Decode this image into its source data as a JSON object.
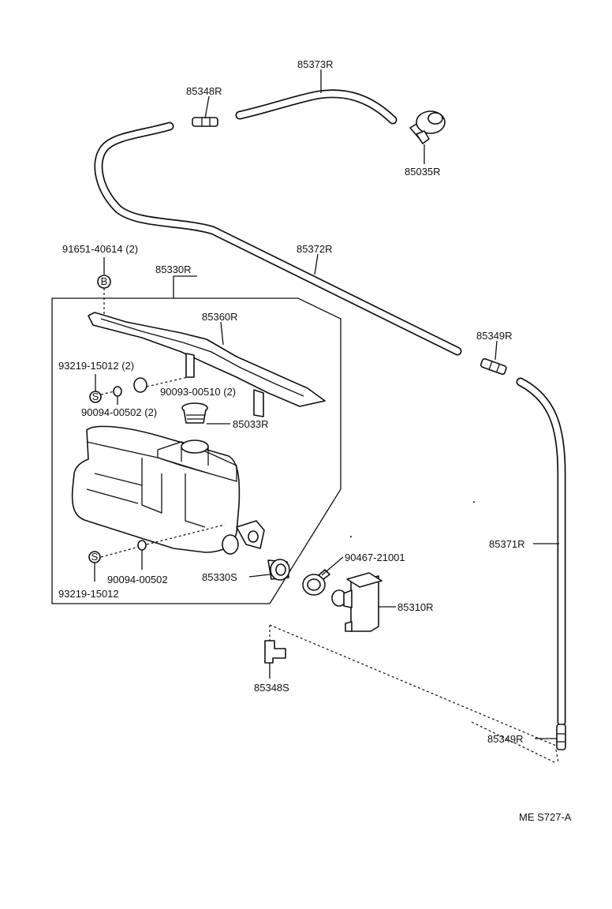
{
  "diagram": {
    "code": "ME S727-A",
    "labels": {
      "p85373R": "85373R",
      "p85348R": "85348R",
      "p85035R": "85035R",
      "p91651": "91651-40614 (2)",
      "p85372R": "85372R",
      "p85330R": "85330R",
      "p85360R": "85360R",
      "p85349R_top": "85349R",
      "p93219_2": "93219-15012 (2)",
      "p90093": "90093-00510 (2)",
      "p90094_2": "90094-00502 (2)",
      "p85033R": "85033R",
      "p85371R": "85371R",
      "p90467": "90467-21001",
      "p90094": "90094-00502",
      "p85330S": "85330S",
      "p85310R": "85310R",
      "p93219": "93219-15012",
      "p85348S": "85348S",
      "p85349R_bot": "85349R"
    },
    "symbols": {
      "bolt_mark": "B",
      "screw_mark": "S"
    }
  }
}
